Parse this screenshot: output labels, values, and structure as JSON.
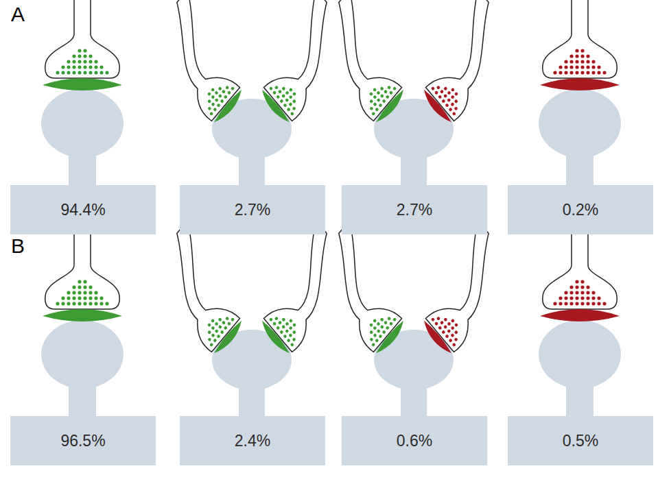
{
  "diagram": {
    "nodes": [
      {
        "text": [
          "94.4%"
        ]
      },
      {
        "text": [
          "2.7%"
        ]
      },
      {
        "text": [
          "2.7%"
        ]
      },
      {
        "text": [
          "0.2%"
        ]
      },
      {
        "text": [
          "96.5%"
        ]
      },
      {
        "text": [
          "2.4%"
        ]
      },
      {
        "text": [
          "0.6%"
        ]
      },
      {
        "text": [
          "0.5%"
        ]
      }
    ],
    "labels": [
      "A",
      "B"
    ]
  }
}
